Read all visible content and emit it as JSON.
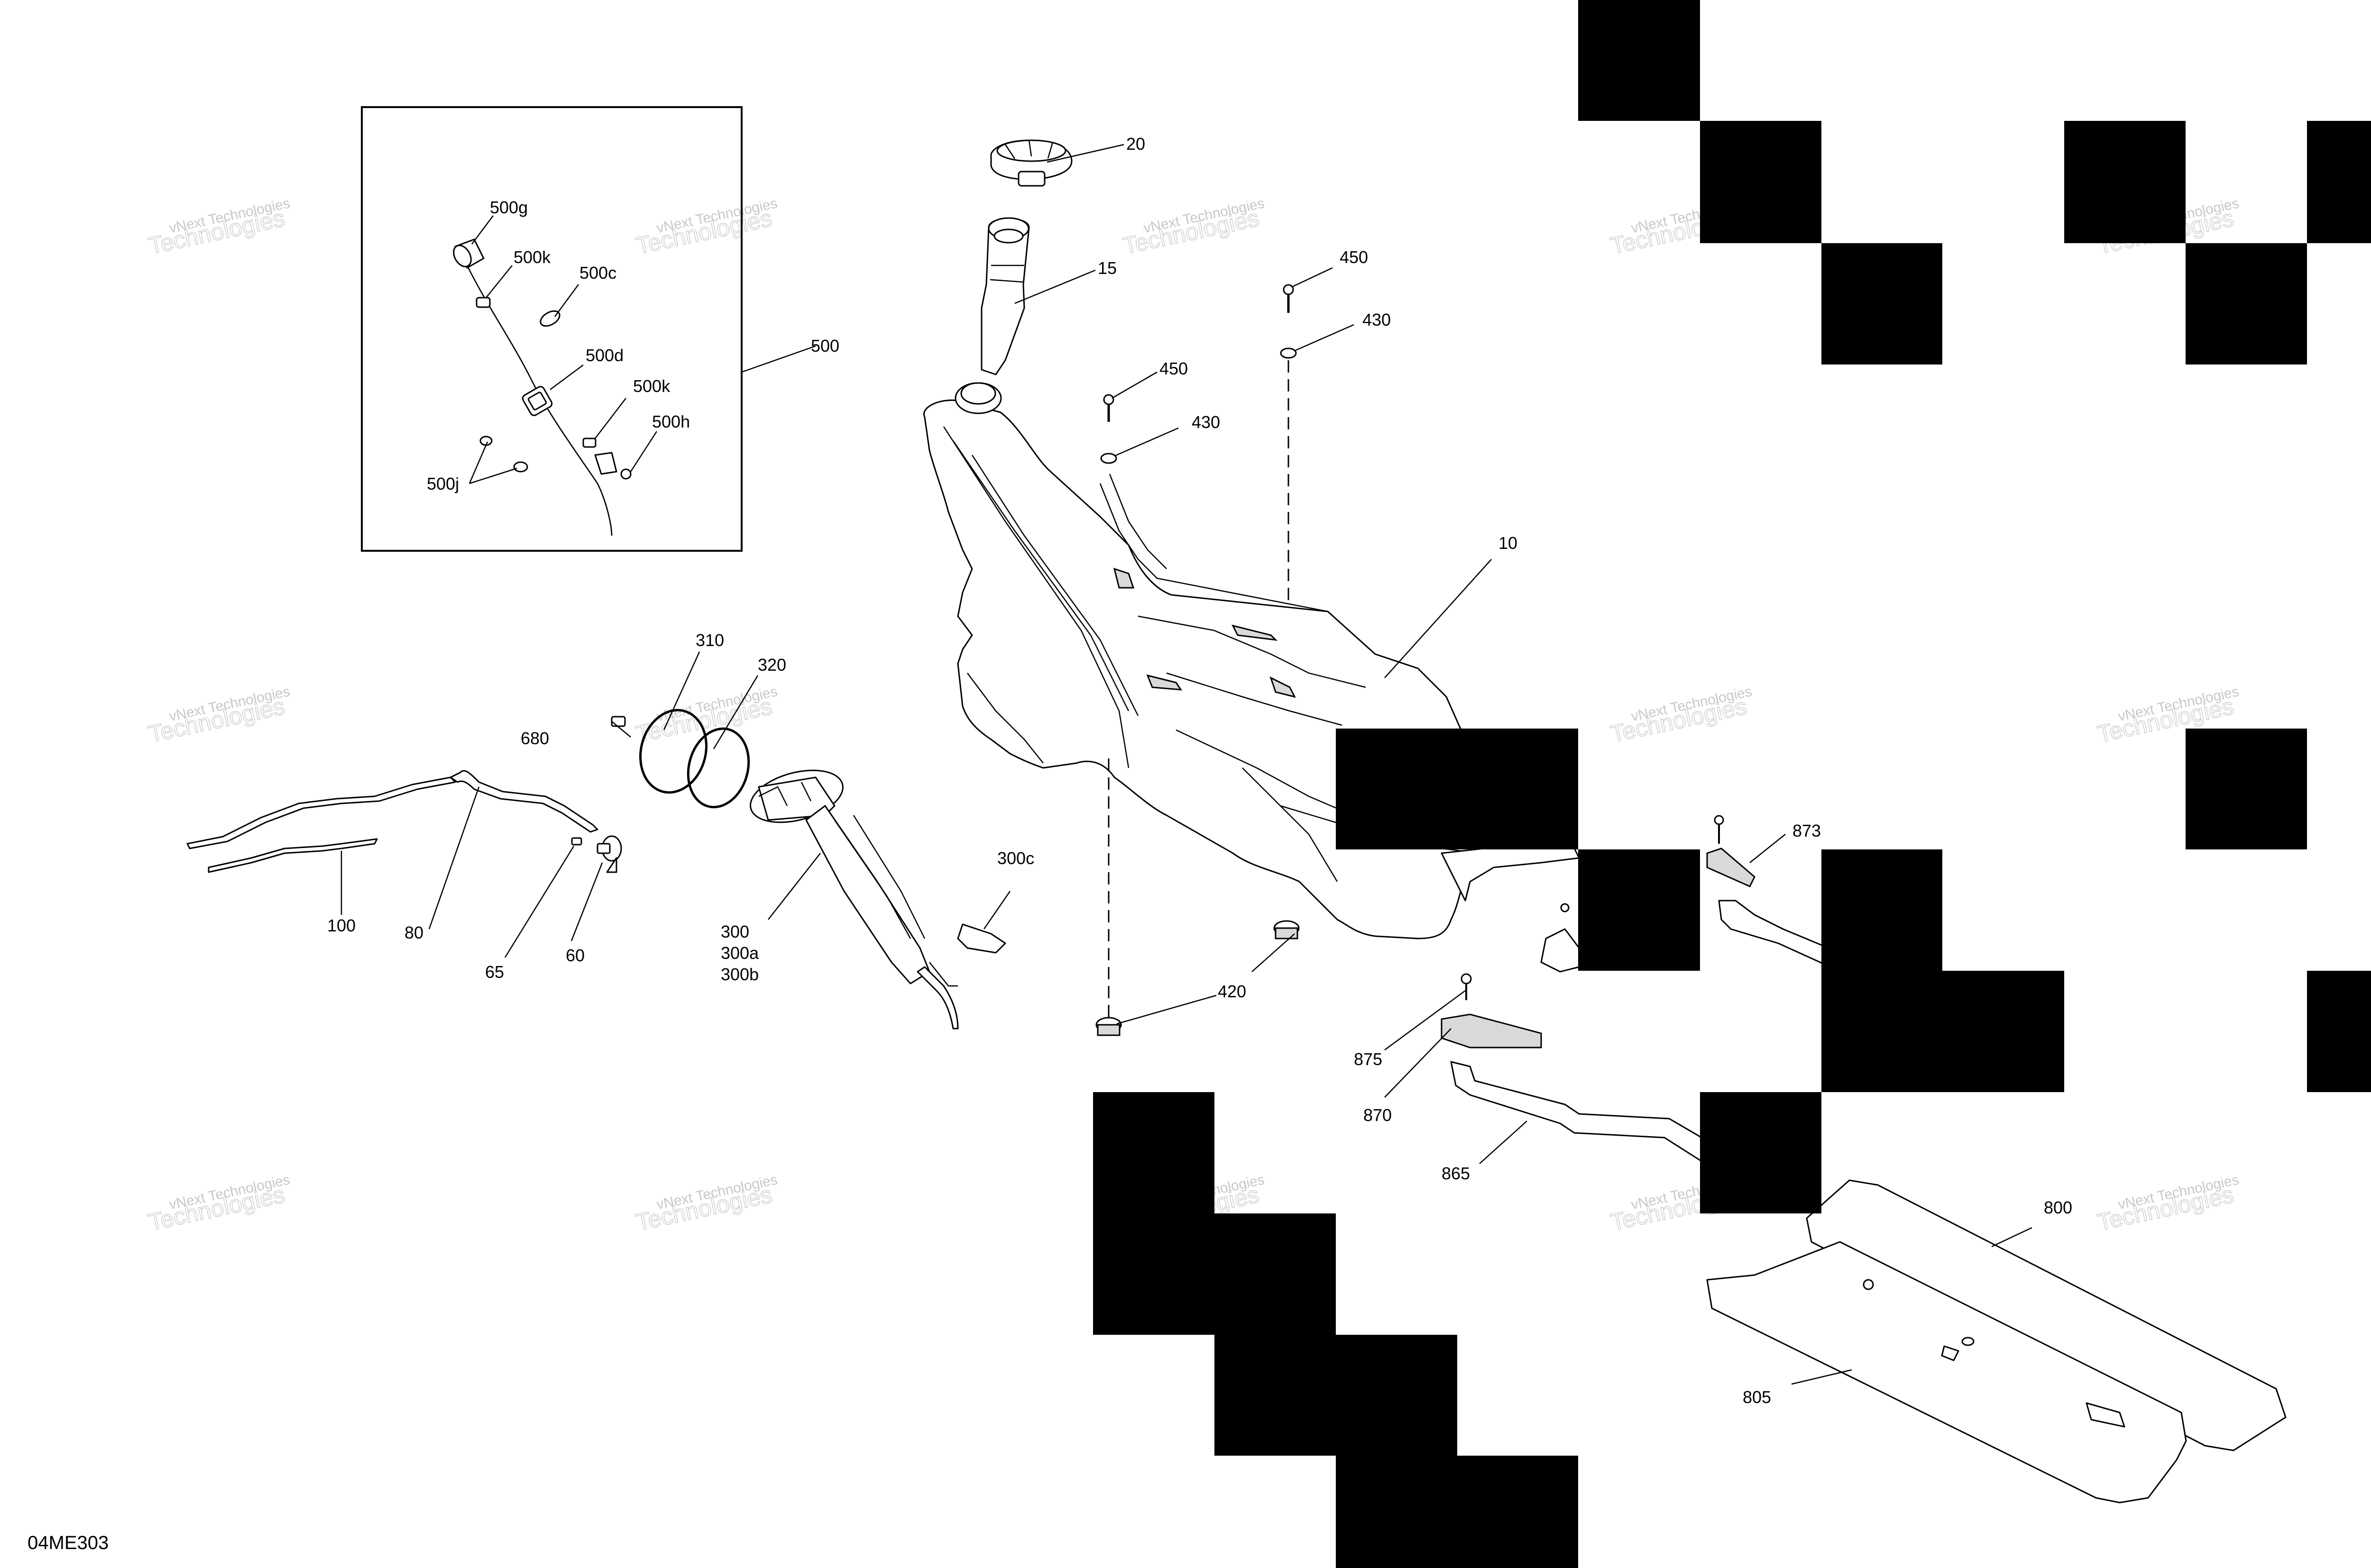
{
  "diagram": {
    "code": "04ME303",
    "watermark": {
      "line1": "vNext Technologies",
      "line2": "Technologies"
    },
    "callouts": {
      "c10": "10",
      "c15": "15",
      "c20": "20",
      "c430a": "430",
      "c430b": "430",
      "c450a": "450",
      "c450b": "450",
      "c420": "420",
      "c500": "500",
      "c500g": "500g",
      "c500k1": "500k",
      "c500c": "500c",
      "c500d": "500d",
      "c500k2": "500k",
      "c500h": "500h",
      "c500j": "500j",
      "c310": "310",
      "c320": "320",
      "c680": "680",
      "c300c": "300c",
      "c300": "300",
      "c300a": "300a",
      "c300b": "300b",
      "c100": "100",
      "c80": "80",
      "c65": "65",
      "c60": "60",
      "c873": "873",
      "c875": "875",
      "c870": "870",
      "c865": "865",
      "c800": "800",
      "c805": "805"
    }
  }
}
